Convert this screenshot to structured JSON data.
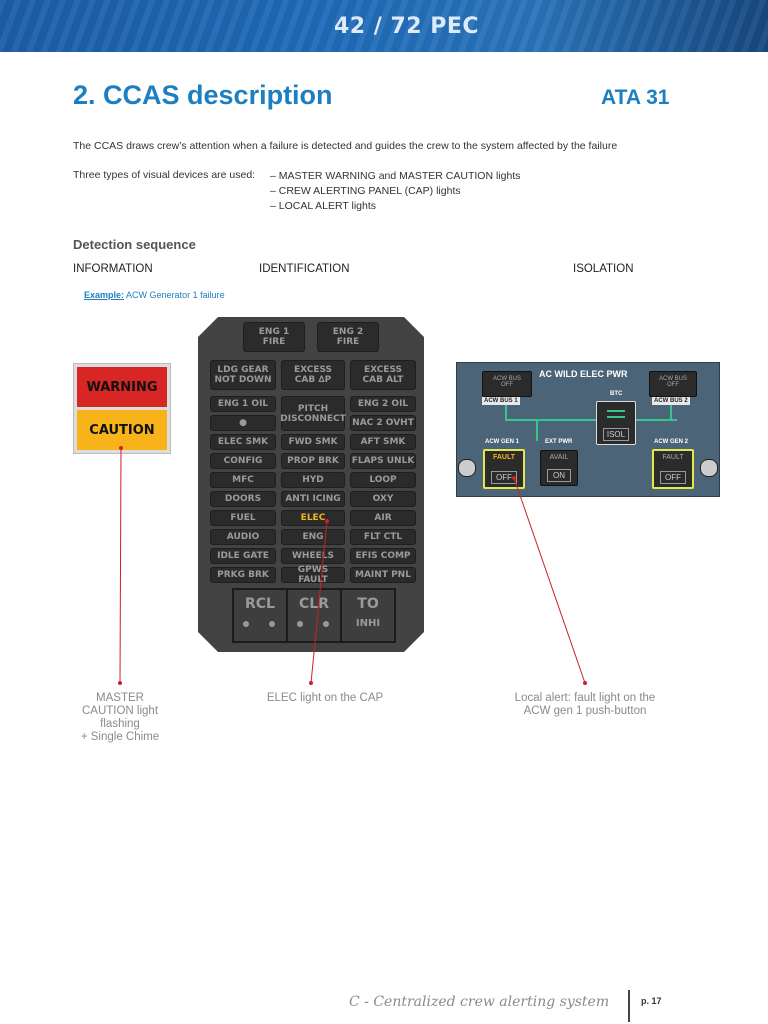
{
  "header": {
    "banner": "42 / 72 PEC"
  },
  "page": {
    "title": "2. CCAS description",
    "ata": "ATA 31"
  },
  "intro": "The CCAS draws crew’s attention when a failure is detected and guides the crew to the system affected by the failure",
  "visual_devices": {
    "label": "Three types of visual devices are used:",
    "items": [
      "– MASTER WARNING and MASTER CAUTION lights",
      "– CREW ALERTING PANEL (CAP) lights",
      "– LOCAL ALERT lights"
    ]
  },
  "section": "Detection sequence",
  "phases": [
    "INFORMATION",
    "IDENTIFICATION",
    "ISOLATION"
  ],
  "example": {
    "label": "Example:",
    "text": "ACW Generator 1 failure"
  },
  "master": {
    "warning": "WARNING",
    "caution": "CAUTION"
  },
  "cap_panel": {
    "top_row": [
      "ENG 1\nFIRE",
      "ENG 2\nFIRE"
    ],
    "left_col": [
      "LDG GEAR\nNOT DOWN",
      "ENG 1 OIL",
      "●",
      "ELEC SMK",
      "CONFIG",
      "MFC",
      "DOORS",
      "FUEL",
      "AUDIO",
      "IDLE GATE",
      "PRKG BRK"
    ],
    "mid_col": [
      "EXCESS\nCAB ∆P",
      "PITCH\nDISCONNECT",
      "FWD SMK",
      "PROP BRK",
      "HYD",
      "ANTI ICING",
      "ELEC",
      "ENG",
      "WHEELS",
      "GPWS FAULT"
    ],
    "right_col": [
      "EXCESS\nCAB ALT",
      "ENG 2 OIL",
      "NAC 2 OVHT",
      "AFT SMK",
      "FLAPS UNLK",
      "LOOP",
      "OXY",
      "AIR",
      "FLT CTL",
      "EFIS COMP",
      "MAINT PNL"
    ],
    "lit_item": "ELEC",
    "bottom": {
      "rcl": "RCL",
      "clr": "CLR",
      "to": "TO",
      "inhi": "INHI"
    }
  },
  "elec_panel": {
    "title": "AC WILD ELEC PWR",
    "acw_bus1_off": "ACW BUS\nOFF",
    "acw_bus2_off": "ACW BUS\nOFF",
    "bus1": "ACW BUS 1",
    "bus2": "ACW BUS 2",
    "btc": "BTC",
    "isol": "ISOL",
    "gen1_label": "ACW GEN 1",
    "ext_pwr_label": "EXT PWR",
    "gen2_label": "ACW GEN 2",
    "gen1_fault": "FAULT",
    "gen1_off": "OFF",
    "avail": "AVAIL",
    "on": "ON",
    "gen2_fault": "FAULT",
    "gen2_off": "OFF"
  },
  "captions": {
    "master": "MASTER\nCAUTION light\nflashing\n+ Single Chime",
    "cap": "ELEC light on the CAP",
    "local": "Local alert: fault light on the\nACW gen 1 push-button"
  },
  "footer": {
    "chapter": "C - Centralized crew alerting system",
    "page": "p. 17"
  },
  "colors": {
    "accent": "#1b7fc1",
    "warning": "#d72623",
    "caution": "#f9b31a",
    "lit": "#f2b41c"
  }
}
